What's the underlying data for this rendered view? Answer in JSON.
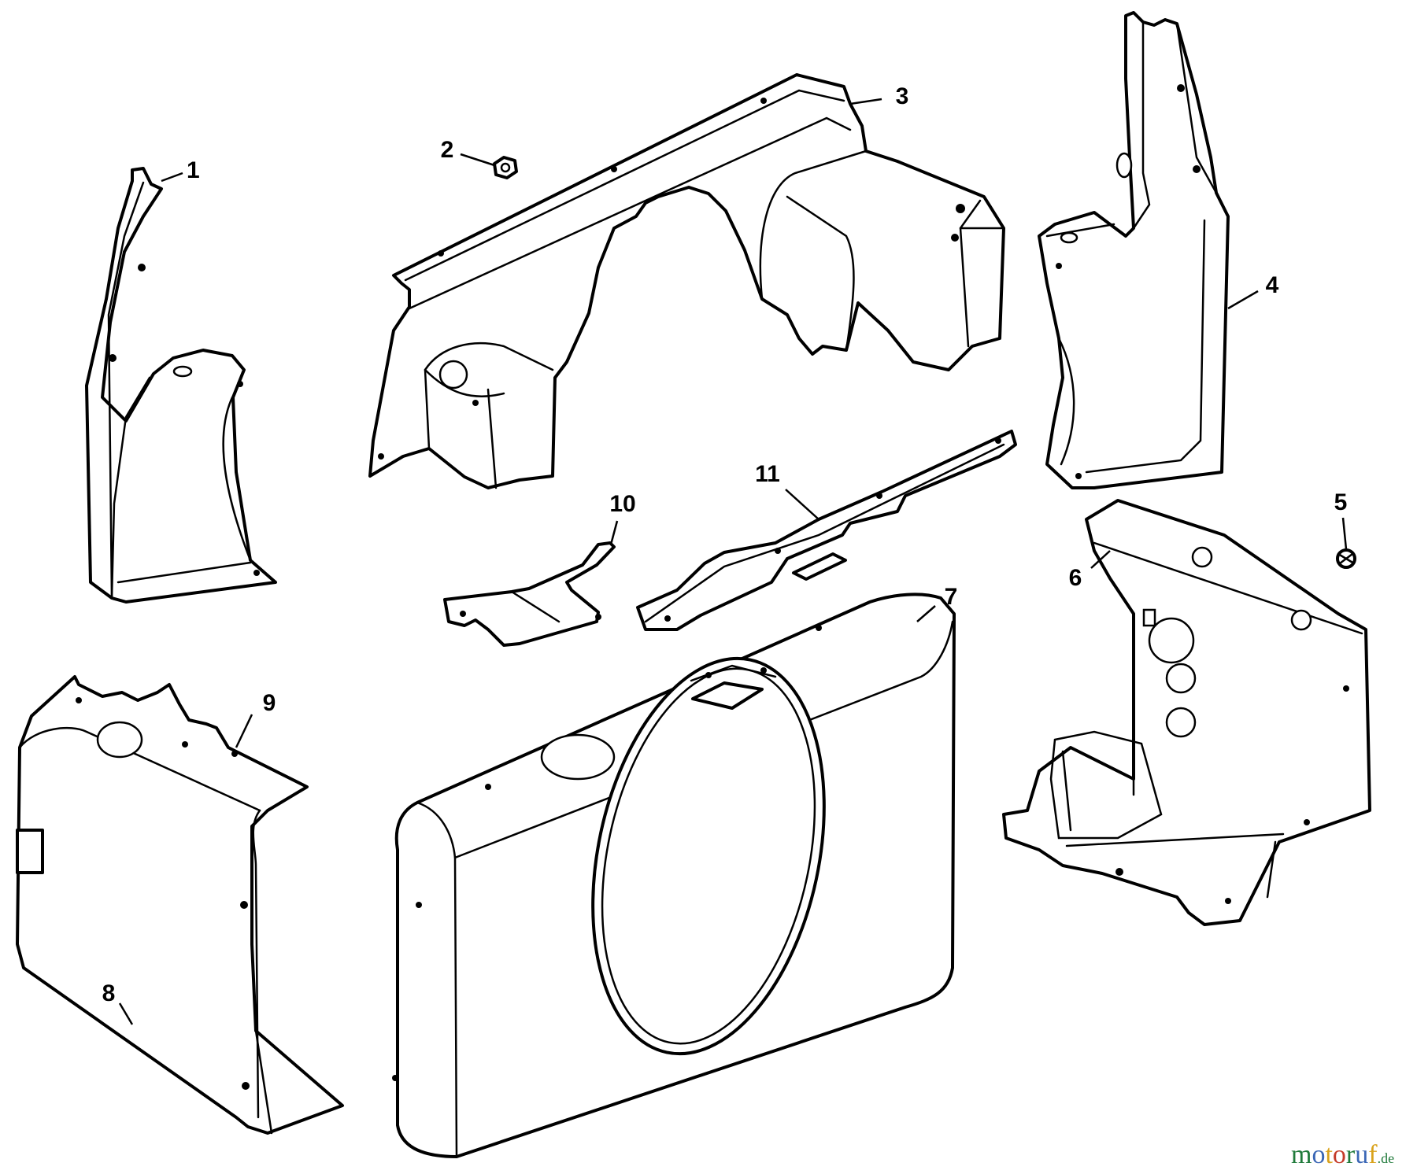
{
  "callouts": [
    {
      "number": "1"
    },
    {
      "number": "2"
    },
    {
      "number": "3"
    },
    {
      "number": "4"
    },
    {
      "number": "5"
    },
    {
      "number": "6"
    },
    {
      "number": "7"
    },
    {
      "number": "8"
    },
    {
      "number": "9"
    },
    {
      "number": "10"
    },
    {
      "number": "11"
    }
  ],
  "watermark": {
    "text_main": "motoruf",
    "text_suffix": ".de",
    "colors": [
      "#1f7a3a",
      "#3a66b5",
      "#d9a21b",
      "#c43a2a"
    ]
  }
}
